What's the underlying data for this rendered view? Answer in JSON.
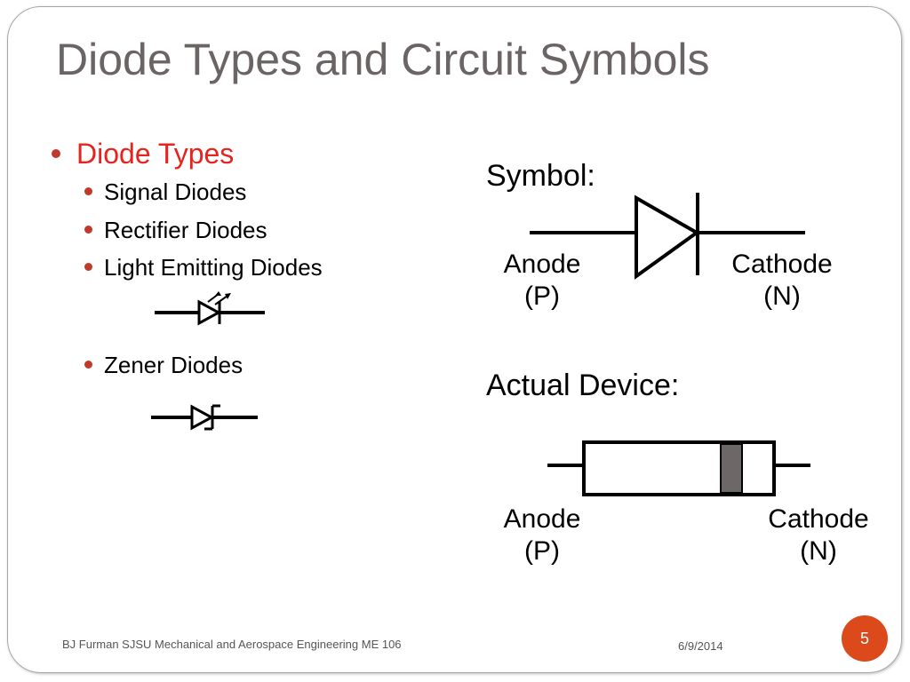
{
  "slide": {
    "title": "Diode Types and Circuit Symbols",
    "bullets": {
      "heading": "Diode Types",
      "items": [
        "Signal Diodes",
        "Rectifier Diodes",
        "Light Emitting Diodes",
        " Zener Diodes"
      ]
    },
    "symbol_section": {
      "label": "Symbol:",
      "anode_name": "Anode",
      "anode_type": "(P)",
      "cathode_name": "Cathode",
      "cathode_type": "(N)"
    },
    "device_section": {
      "label": "Actual Device:",
      "anode_name": "Anode",
      "anode_type": "(P)",
      "cathode_name": "Cathode",
      "cathode_type": "(N)",
      "band_color": "#6e6767"
    },
    "icons": [
      "led-symbol-icon",
      "zener-symbol-icon",
      "diode-symbol-icon",
      "diode-package-icon"
    ],
    "accent_color": "#e8231e",
    "badge_color": "#dc4a1c"
  },
  "footer": {
    "credit": "BJ Furman SJSU Mechanical and Aerospace Engineering  ME 106",
    "date": "6/9/2014",
    "page_number": "5"
  }
}
